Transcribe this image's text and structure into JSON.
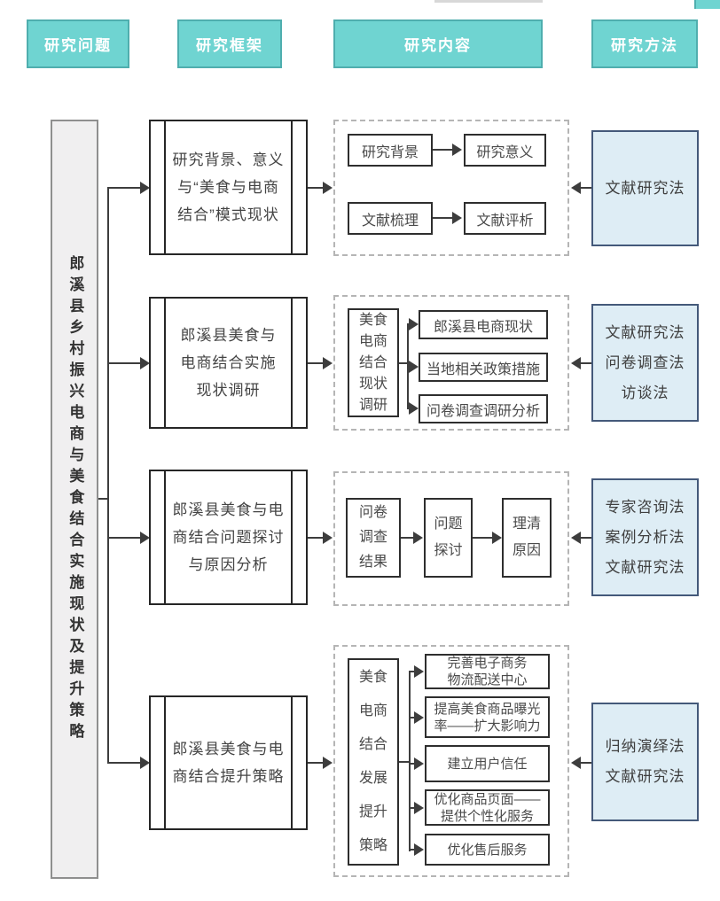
{
  "title_row": {
    "problem": "研究问题",
    "framework": "研究框架",
    "content": "研究内容",
    "method": "研究方法"
  },
  "problem_box": "郎溪县乡村振兴电商与美食结合实施现状及提升策略",
  "rows": [
    {
      "framework_lines": [
        "研究背景、意义",
        "与“美食与电商",
        "结合”模式现状"
      ],
      "pairs": [
        {
          "from": "研究背景",
          "to": "研究意义"
        },
        {
          "from": "文献梳理",
          "to": "文献评析"
        }
      ],
      "methods": [
        "文献研究法"
      ]
    },
    {
      "framework_lines": [
        "郎溪县美食与",
        "电商结合实施",
        "现状调研"
      ],
      "source_lines": [
        "美食",
        "电商",
        "结合",
        "现状",
        "调研"
      ],
      "targets": [
        "郎溪县电商现状",
        "当地相关政策措施",
        "问卷调查调研分析"
      ],
      "methods": [
        "文献研究法",
        "问卷调查法",
        "访谈法"
      ]
    },
    {
      "framework_lines": [
        "郎溪县美食与电",
        "商结合问题探讨",
        "与原因分析"
      ],
      "chain": [
        {
          "l0": "问卷",
          "l1": "调查",
          "l2": "结果"
        },
        {
          "l0": "问题",
          "l1": "探讨"
        },
        {
          "l0": "理清",
          "l1": "原因"
        }
      ],
      "methods": [
        "专家咨询法",
        "案例分析法",
        "文献研究法"
      ]
    },
    {
      "framework_lines": [
        "郎溪县美食与电",
        "商结合提升策略"
      ],
      "source_lines": [
        "美食",
        "电商",
        "结合",
        "发展",
        "提升",
        "策略"
      ],
      "targets": [
        {
          "l0": "完善电子商务",
          "l1": "物流配送中心"
        },
        {
          "l0": "提高美食商品曝光",
          "l1": "率——扩大影响力"
        },
        {
          "l0": "建立用户信任"
        },
        {
          "l0": "优化商品页面——",
          "l1": "提供个性化服务"
        },
        {
          "l0": "优化售后服务"
        }
      ],
      "methods": [
        "归纳演绎法",
        "文献研究法"
      ]
    }
  ],
  "colors": {
    "header_fill": "#6fd4d1",
    "header_border": "#4faeae",
    "method_fill": "#deedf5",
    "method_border": "#44597a",
    "problem_fill": "#f0eff0",
    "line": "#3d3d3d"
  }
}
